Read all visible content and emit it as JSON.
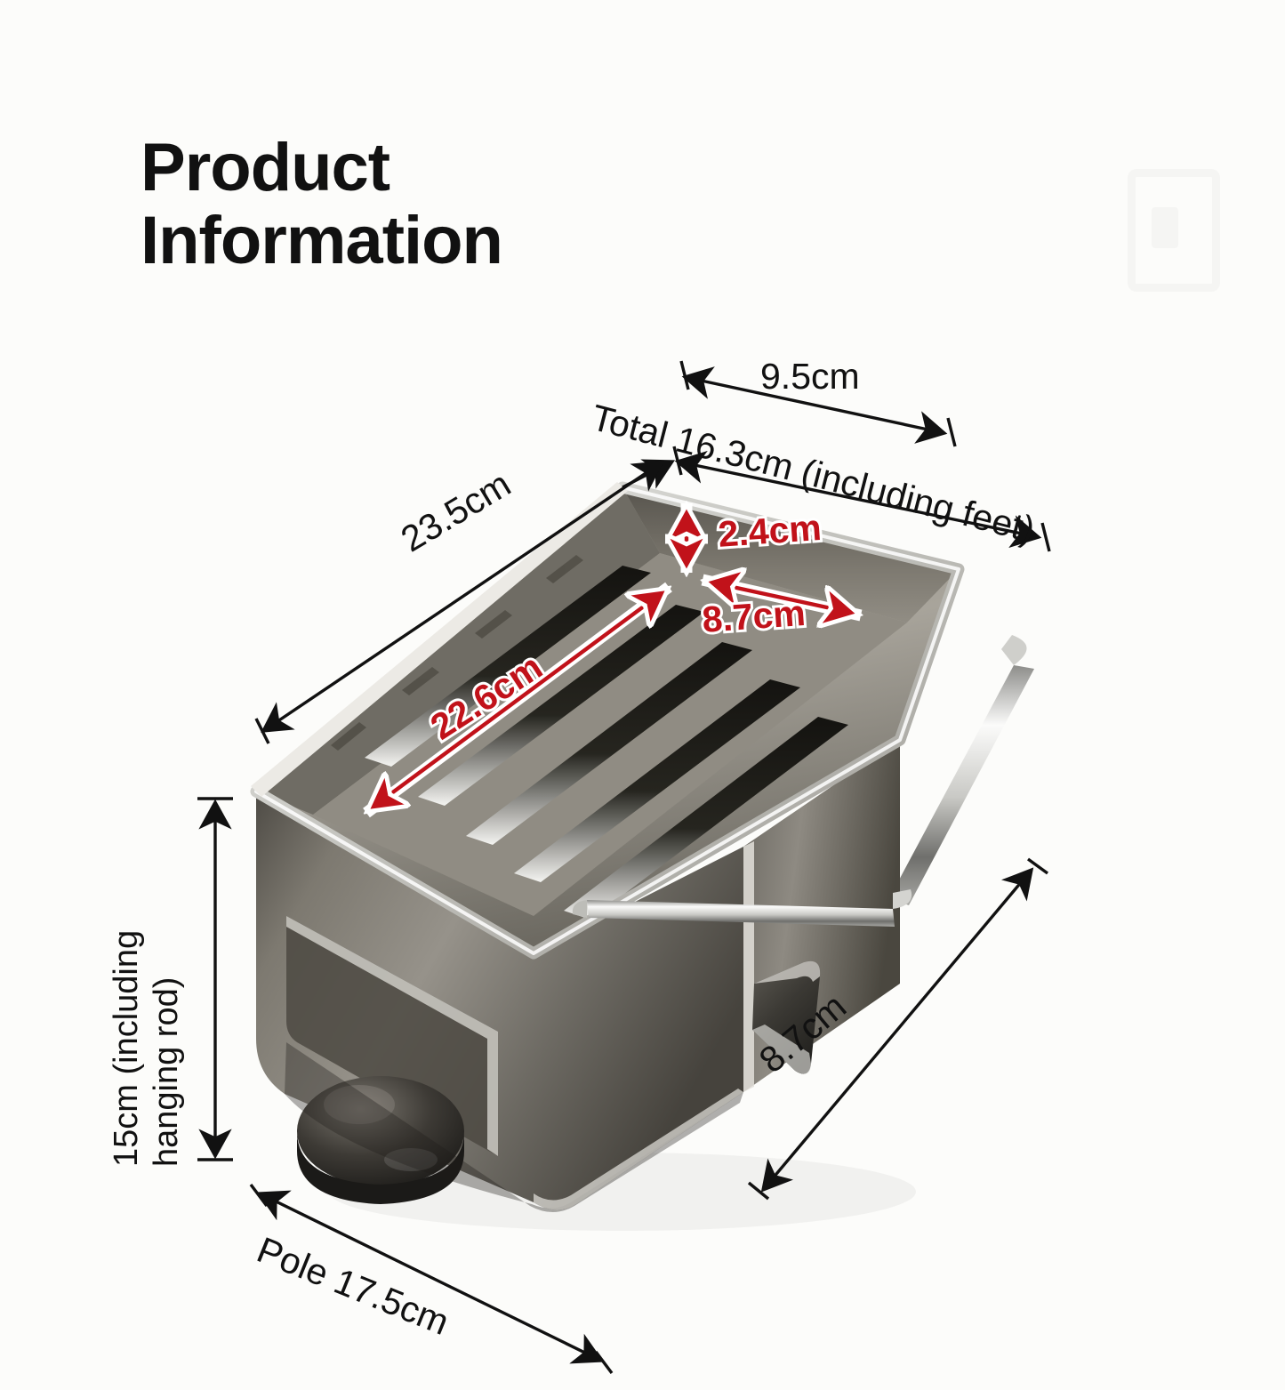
{
  "page": {
    "title": "Product\nInformation",
    "background_color": "#fcfcfa",
    "label_color": "#111111",
    "accent_color": "#c1121a"
  },
  "product": {
    "name": "stainless-steel-sink-caddy",
    "body_color": "#6e6a62",
    "chrome_color": "#d8d9d6",
    "slot_count": 5
  },
  "dimensions": {
    "exterior": [
      {
        "id": "top-width",
        "label": "9.5cm",
        "value": 9.5,
        "unit": "cm",
        "color": "#111111"
      },
      {
        "id": "total-length",
        "label": "Total 16.3cm (including feet)",
        "value": 16.3,
        "unit": "cm",
        "color": "#111111"
      },
      {
        "id": "outer-length",
        "label": "23.5cm",
        "value": 23.5,
        "unit": "cm",
        "color": "#111111"
      },
      {
        "id": "outer-depth",
        "label": "8.7cm",
        "value": 8.7,
        "unit": "cm",
        "color": "#111111"
      },
      {
        "id": "pole-length",
        "label": "Pole 17.5cm",
        "value": 17.5,
        "unit": "cm",
        "color": "#111111"
      },
      {
        "id": "total-height",
        "label": "15cm (including\nhanging rod)",
        "value": 15,
        "unit": "cm",
        "color": "#111111"
      }
    ],
    "interior": [
      {
        "id": "inner-height",
        "label": "2.4cm",
        "value": 2.4,
        "unit": "cm",
        "color": "#c1121a"
      },
      {
        "id": "inner-width",
        "label": "8.7cm",
        "value": 8.7,
        "unit": "cm",
        "color": "#c1121a"
      },
      {
        "id": "inner-length",
        "label": "22.6cm",
        "value": 22.6,
        "unit": "cm",
        "color": "#c1121a"
      }
    ]
  }
}
